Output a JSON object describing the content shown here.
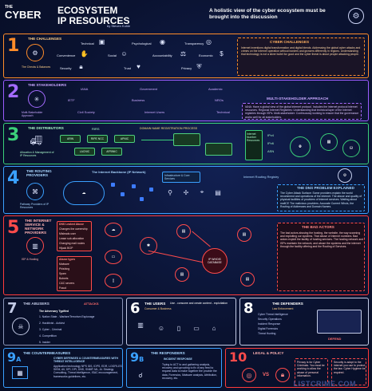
{
  "header": {
    "logo_the": "THE",
    "logo_cyber": "CYBER",
    "logo_ecosystem": "ECOSYSTEM",
    "logo_ip": "IP RESOURCES",
    "byline": "by Steven Kuhle",
    "tagline": "A holistic view of the cyber ecosystem must be brought into the discussion"
  },
  "s1": {
    "num": "1",
    "title": "THE CHALLENGES",
    "caption": "The Checks & Balances",
    "items": [
      "Technical",
      "Psychological",
      "Transparency",
      "Convenience",
      "Social",
      "Accountability",
      "Economic",
      "Security",
      "Trust",
      "Privacy"
    ],
    "side_title": "CYBER CHALLENGES",
    "side_text": "Internet inventions digital transformation and digital blends. Addressing the global cyber attacks and crimes on the Internet operation without borders and growers differently in regions. Understanding that technology is not a silver bullet for good and the cyber threat is about people attacking people."
  },
  "s2": {
    "num": "2",
    "title": "THE STAKEHOLDERS",
    "caption": "Multi-Stakeholder Approach",
    "items": [
      "IANA",
      "Government",
      "Academic",
      "IETF",
      "Business",
      "NROs",
      "Civil Society",
      "Internet Users",
      "Technical"
    ],
    "side_title": "MULTI-STAKEHOLDER APPROACH",
    "side_text": "IANA: Have a global view of the global internet protocol. Includes the internet protocol internet resources. Regional Internet Registries: Understanding that technical layer of the Internet registries through ISPs. Multi-stakeholder: Continuously working to ensure that the governance works well for all stakeholders."
  },
  "s3": {
    "num": "3",
    "title": "THE DISTRIBUTORS",
    "caption": "Allocation & Management of IP Resources",
    "rirs_label": "RIRS",
    "flow_label": "DOMAIN NAME REGISTRATION PROCESS",
    "nodes": [
      "ARIN",
      "RIPE NCC",
      "APNIC",
      "LACNIC",
      "AFRINIC"
    ],
    "right_title": "Internet Number Resources",
    "right_items": [
      "IPv4",
      "IPv6",
      "ASN"
    ]
  },
  "s4": {
    "num": "4",
    "title": "THE ROUTING PROVIDERS",
    "caption": "Pathway Providers of IP Resources",
    "backbone": "The Internet Backbone (IP Network)",
    "infra": "Infrastructure & Core Services",
    "routing_registry": "Internet Routing Registry",
    "side_title": "THE DNS PROBLEM EXPLAINED",
    "side_text": "The Cyber Attack Surface: Some providers explain the world recommend and operations of the internet. The abuse and quality of physical facilities of providers of Internet services. Waiting about malICE The malicious providers. Accurate Current Whois, the Routing of Addresses and Domain Names."
  },
  "s5": {
    "num": "5",
    "title": "THE INTERNET SERVICE & NETWORK PROVIDERS",
    "caption": "ISP & Hosting",
    "left_list_title": "DNS Leaked Abuse",
    "left_list": [
      "Changes the ownership",
      "Misleads user",
      "Lease sub-allocation",
      "Changing mail routes",
      "Hijack BGP"
    ],
    "left_list2_title": "Abuse types",
    "left_list2": [
      "Malware",
      "Phishing",
      "Spam",
      "Botnets",
      "C&C servers",
      "Fraud"
    ],
    "center_bubble": "IP WHOIS DATABASE",
    "side_title": "THE BAD ACTORS",
    "side_text": "The bad actors abusing the hosting, the website, the way scanning and exploiting our systems. That abuse of Internet numbers. Bad actors exploit the facility of hosting services. The hosting network and ISPs maintain the network, and abuse the systems and the internet through the facility offering and the Routing of Services."
  },
  "s6": {
    "num": "6",
    "title": "THE USERS",
    "sub": "Consumer & Business",
    "note": "Use - consume and create content - exploitation"
  },
  "s7": {
    "num": "7",
    "title": "THE ABUSERS",
    "attacks": "ATTACKS",
    "list_title": "The Adversary Typified",
    "list": [
      "1. Nation State - Warfare/Terrorism Espionage",
      "2. Hacktivist - Activist",
      "3. Cyber - Criminal",
      "4. Competition",
      "5. Insider"
    ]
  },
  "s8": {
    "num": "8",
    "title": "THE DEFENDERS",
    "sub": "Law Enforcement",
    "list": [
      "Cyber Threat Intelligence",
      "Security Operations",
      "Incident Response",
      "Digital Forensics",
      "Threat Hunting"
    ],
    "defend": "DEFEND"
  },
  "s9a": {
    "num": "9",
    "letter": "A",
    "title": "THE COUNTERMEASURES",
    "mid_title": "CYBER DEFENSES & COUNTERMEASURES WITH THREAT INTELLIGENCE",
    "mid_text": "Application technology NPS IDS, IDPS, EDR, LOGFILES SIEM, AV, DPI, DPI, DNS, SNMP, ML, AI. Strategy Consulting, Threat Intelligence, ISAC encouragement, frameworks guidelines, etc."
  },
  "s9b": {
    "num": "9",
    "letter": "B",
    "title": "THE RESPONDERS",
    "sub": "INCIDENT RESPONSE",
    "text": "Trying to ACT to and gathering analysis, recovery and uprooting to fix of any feed to request data to make together the provide the data, Forensics, Malware analysis, Attribution, recovery, etc."
  },
  "s10": {
    "num": "10",
    "title": "LEGAL & POLICY",
    "vs": "VS",
    "box_a": "Privacy is for Cyber Criminals. You must be working to allow the abuse of personal information.",
    "box_b": "Security is adopt to the internet you use to protect the law. Cyber Hygiene be required."
  },
  "footer": {
    "brand": "LISTCRIME.COM"
  }
}
